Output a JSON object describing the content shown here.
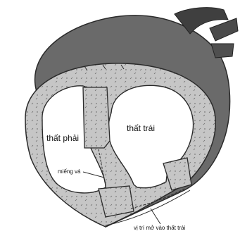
{
  "labels": {
    "right_ventricle": "thất phải",
    "left_ventricle": "thất trái",
    "patch": "miếng vá",
    "incision_site": "vị trí mở vào thất trái"
  },
  "colors": {
    "outer_dark": "#5c5c5c",
    "wall_fill": "#c6c6c6",
    "line": "#2a2a2a",
    "background": "#ffffff"
  }
}
